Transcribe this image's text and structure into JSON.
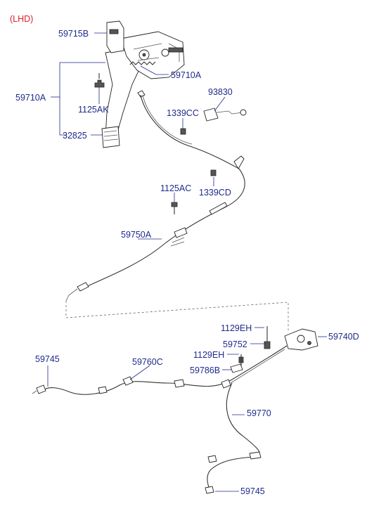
{
  "variant_label": "(LHD)",
  "parts": {
    "p59715B": "59715B",
    "p59710A_top": "59710A",
    "p59710A_left": "59710A",
    "p1125AK": "1125AK",
    "p32825": "32825",
    "p93830": "93830",
    "p1339CC": "1339CC",
    "p1339CD": "1339CD",
    "p1125AC": "1125AC",
    "p59750A": "59750A",
    "p1129EH_top": "1129EH",
    "p59740D": "59740D",
    "p59752": "59752",
    "p1129EH_mid": "1129EH",
    "p59786B": "59786B",
    "p59745_left": "59745",
    "p59760C": "59760C",
    "p59770": "59770",
    "p59745_bottom": "59745"
  },
  "colors": {
    "label": "#1f2a8a",
    "variant": "#d8222a",
    "line": "#333333"
  }
}
